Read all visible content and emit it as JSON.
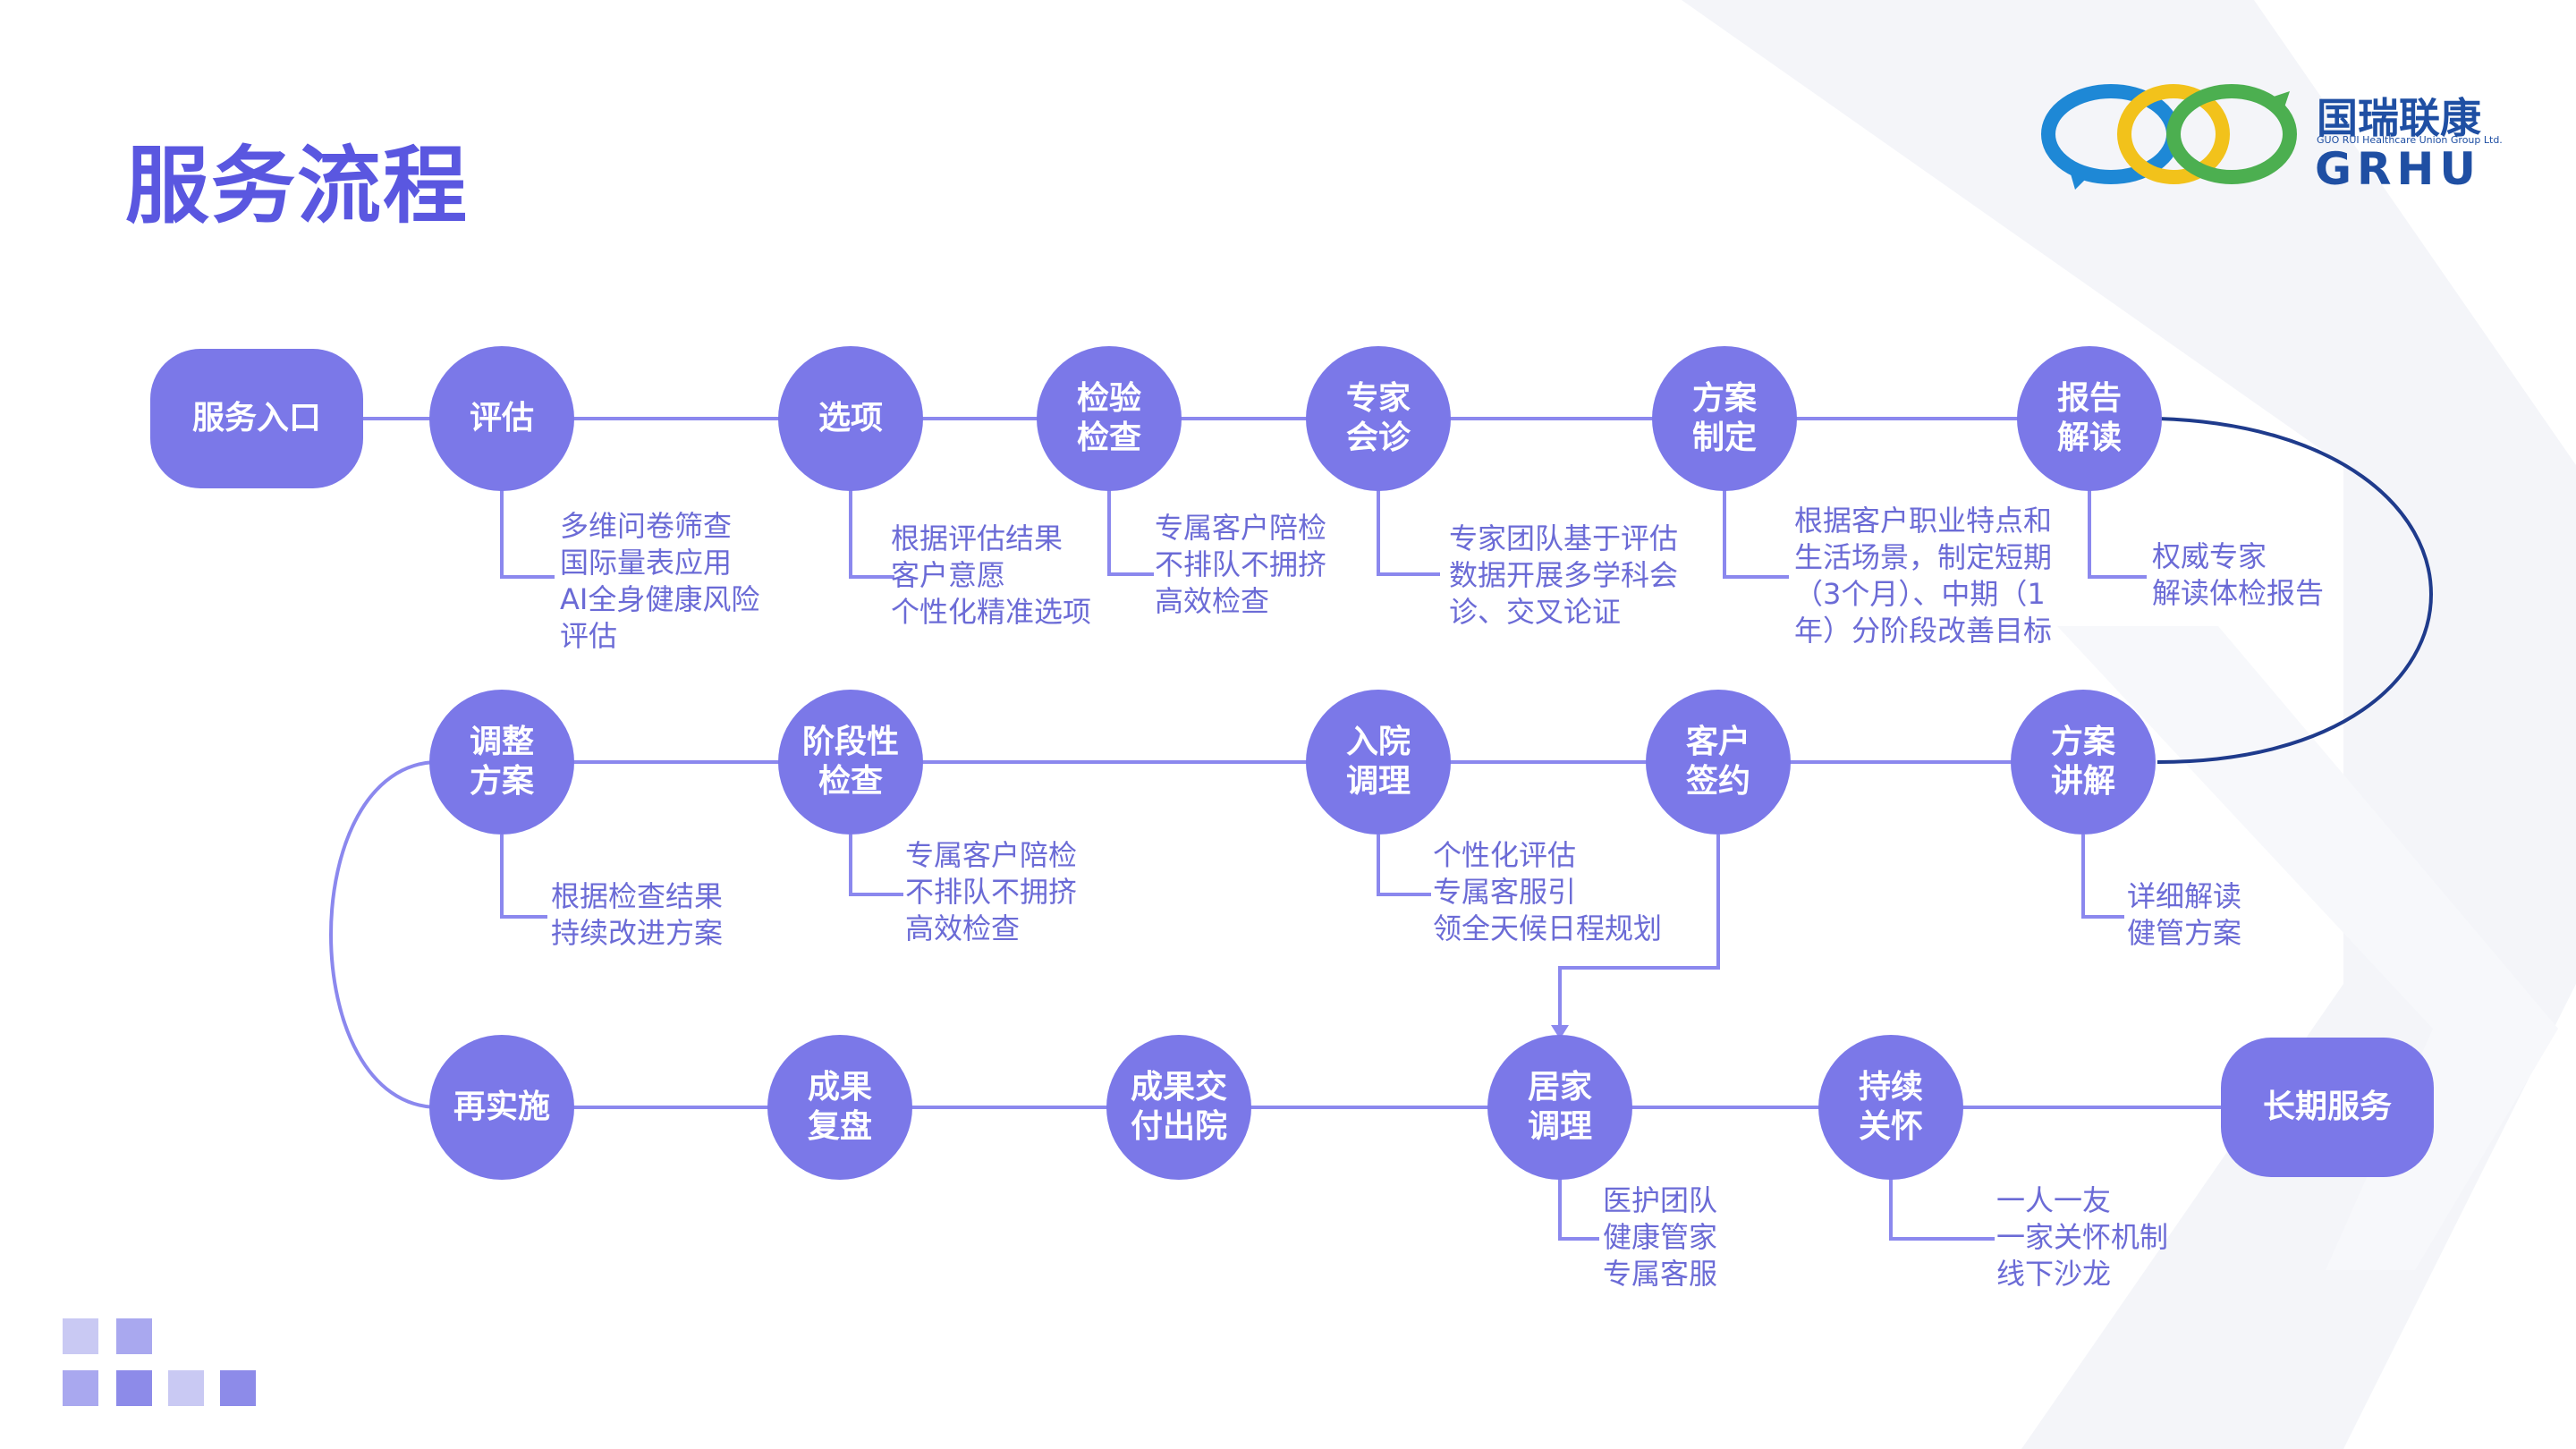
{
  "title": "服务流程",
  "logo": {
    "name_cn": "国瑞联康",
    "name_en": "GRHU",
    "tagline": "GUO RUI Healthcare Union Group Ltd."
  },
  "colors": {
    "node": "#7b78e8",
    "line": "#8b88ee",
    "note_text": "#6b6bd6",
    "title": "#5a57e0",
    "dark_curve": "#1f3b8c"
  },
  "rows": [
    {
      "nodes": [
        {
          "label": "服务入口",
          "note": ""
        },
        {
          "label": "评估",
          "note": "多维问卷筛查\n国际量表应用\nAI全身健康风险\n评估"
        },
        {
          "label": "选项",
          "note": "根据评估结果\n客户意愿\n个性化精准选项"
        },
        {
          "label": "检验\n检查",
          "note": "专属客户陪检\n不排队不拥挤\n高效检查"
        },
        {
          "label": "专家\n会诊",
          "note": "专家团队基于评估\n数据开展多学科会\n诊、交叉论证"
        },
        {
          "label": "方案\n制定",
          "note": "根据客户职业特点和\n生活场景，制定短期\n（3个月）、中期（1\n年）分阶段改善目标"
        },
        {
          "label": "报告\n解读",
          "note": "权威专家\n解读体检报告"
        }
      ]
    },
    {
      "nodes": [
        {
          "label": "调整\n方案",
          "note": "根据检查结果\n持续改进方案"
        },
        {
          "label": "阶段性\n检查",
          "note": "专属客户陪检\n不排队不拥挤\n高效检查"
        },
        {
          "label": "入院\n调理",
          "note": "个性化评估\n专属客服引\n领全天候日程规划"
        },
        {
          "label": "客户\n签约",
          "note": ""
        },
        {
          "label": "方案\n讲解",
          "note": "详细解读\n健管方案"
        }
      ]
    },
    {
      "nodes": [
        {
          "label": "再实施",
          "note": ""
        },
        {
          "label": "成果\n复盘",
          "note": ""
        },
        {
          "label": "成果交\n付出院",
          "note": ""
        },
        {
          "label": "居家\n调理",
          "note": "医护团队\n健康管家\n专属客服"
        },
        {
          "label": "持续\n关怀",
          "note": "一人一友\n一家关怀机制\n线下沙龙"
        },
        {
          "label": "长期服务",
          "note": ""
        }
      ]
    }
  ]
}
